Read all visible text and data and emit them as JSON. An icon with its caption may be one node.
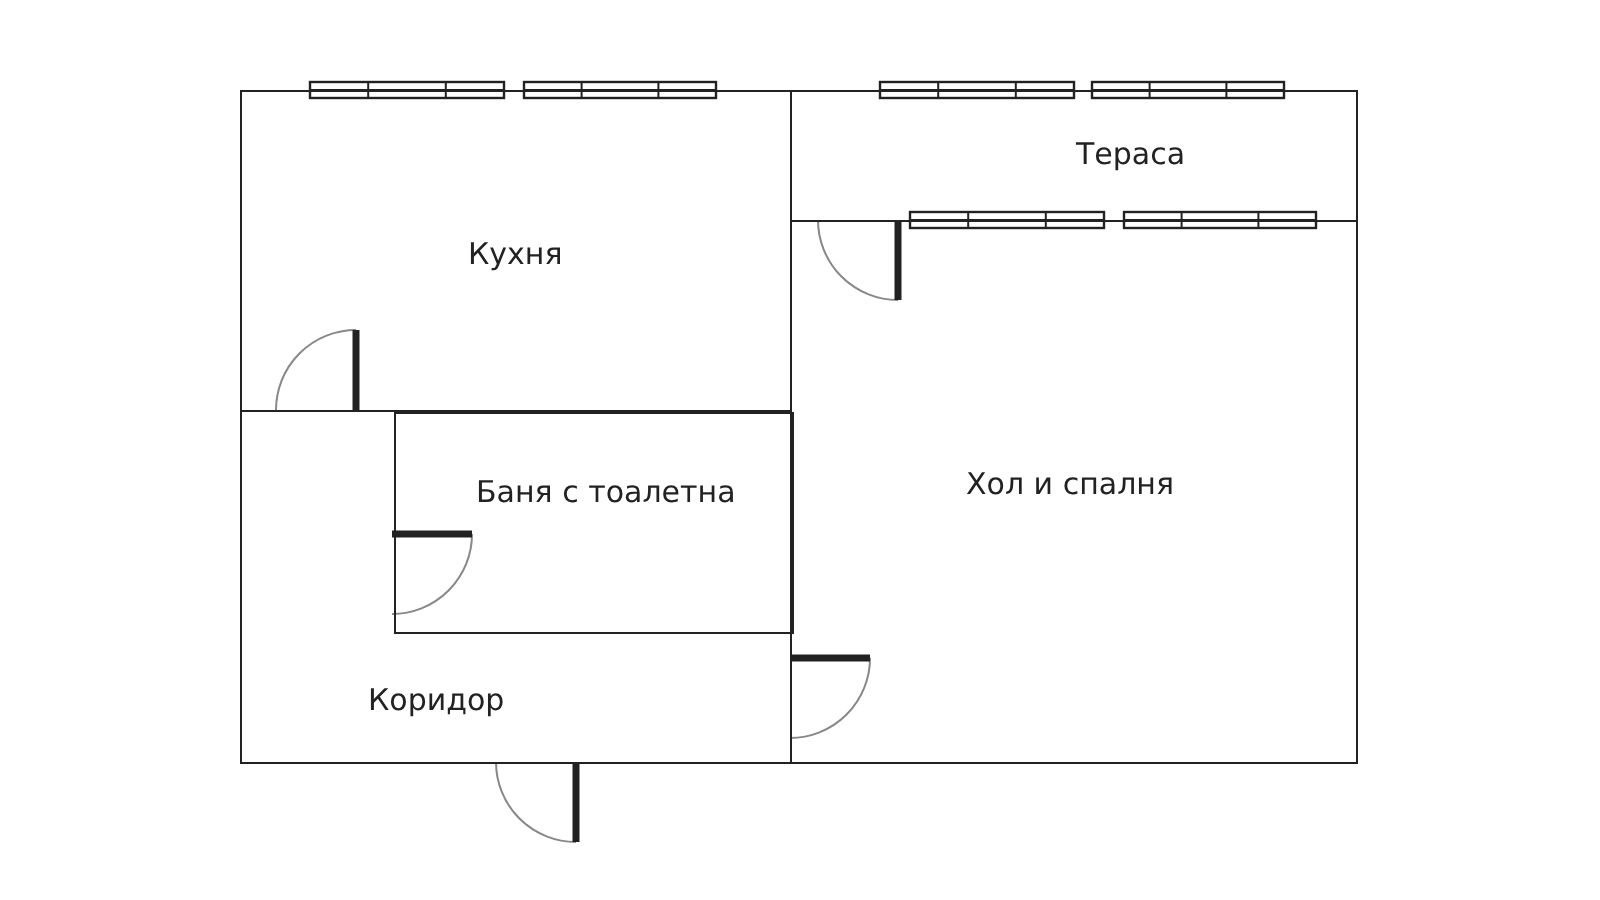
{
  "diagram": {
    "nodes": [
      {
        "text": [
          "Кухня"
        ]
      },
      {
        "text": [
          "Тераса"
        ]
      },
      {
        "text": [
          "Хол и спалня"
        ]
      },
      {
        "text": [
          "Коридор"
        ]
      },
      {
        "text": [
          "Баня с тоалетна"
        ],
        "in": 3
      }
    ]
  }
}
